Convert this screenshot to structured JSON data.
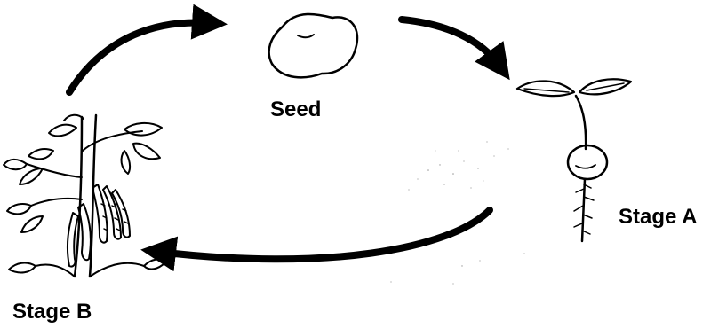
{
  "diagram": {
    "type": "life-cycle",
    "stages": [
      {
        "id": "seed",
        "label": "Seed",
        "drawing": "bean-seed"
      },
      {
        "id": "stage-a",
        "label": "Stage A",
        "drawing": "seedling"
      },
      {
        "id": "stage-b",
        "label": "Stage B",
        "drawing": "mature-bean-plant-with-pods"
      }
    ],
    "arrows": [
      {
        "from": "stage-b",
        "to": "seed"
      },
      {
        "from": "seed",
        "to": "stage-a"
      },
      {
        "from": "stage-a",
        "to": "stage-b"
      }
    ],
    "colors": {
      "ink": "#000000",
      "background": "#ffffff"
    }
  }
}
